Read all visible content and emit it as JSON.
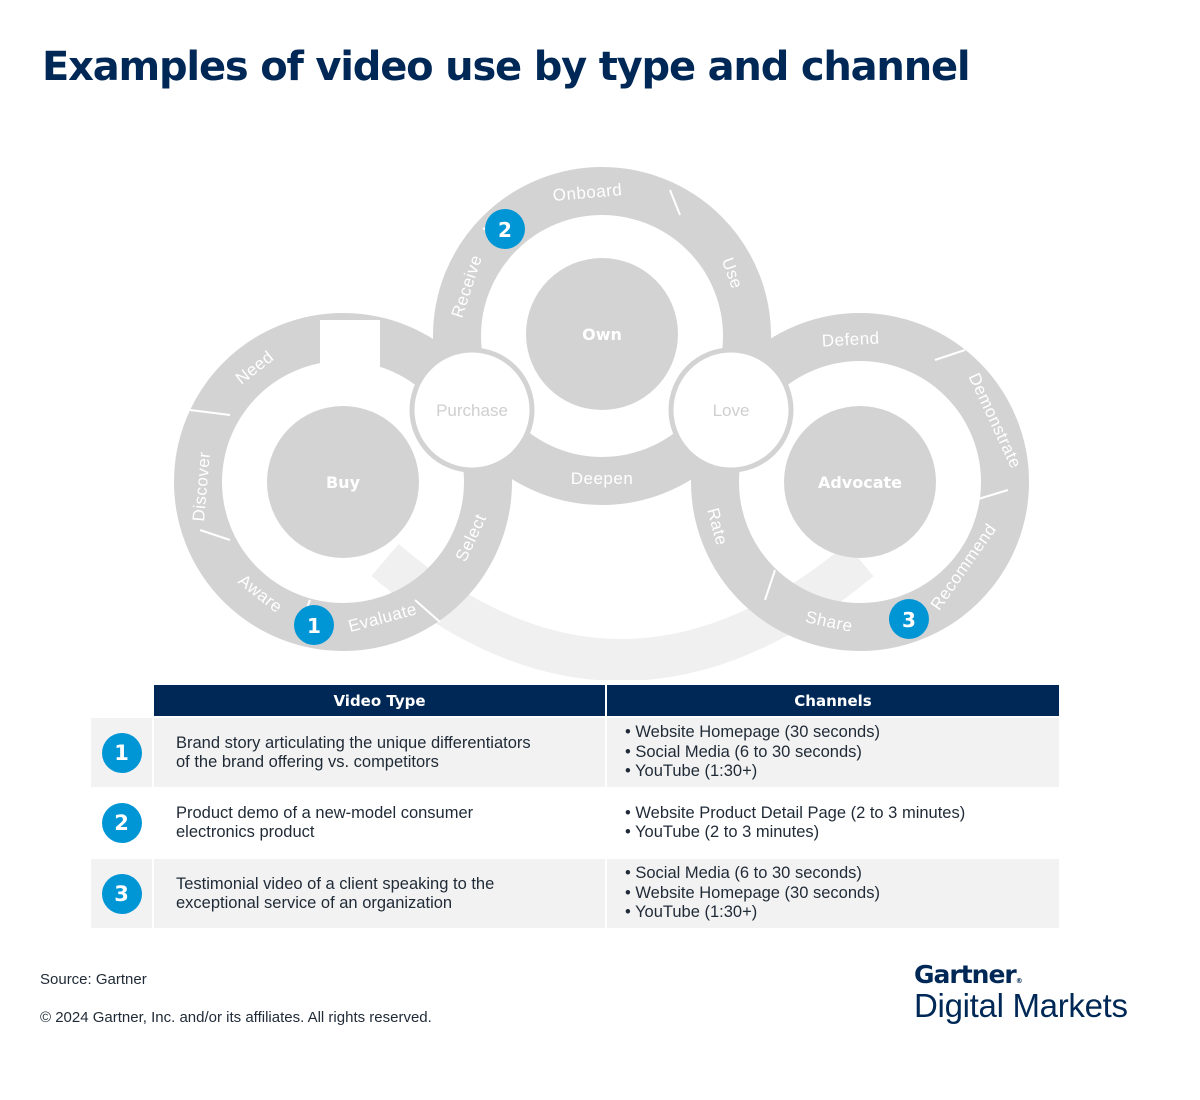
{
  "title": "Examples of video use by type and channel",
  "colors": {
    "title": "#002856",
    "header_bg": "#002856",
    "badge": "#0096d6",
    "ring": "#d3d3d3",
    "row_shade": "#f2f2f2"
  },
  "diagram": {
    "loops": [
      {
        "hub": "Buy",
        "stages": [
          "Need",
          "Discover",
          "Aware",
          "Evaluate",
          "Select"
        ]
      },
      {
        "hub": "Own",
        "stages": [
          "Receive",
          "Onboard",
          "Use",
          "Deepen"
        ]
      },
      {
        "hub": "Advocate",
        "stages": [
          "Defend",
          "Demonstrate",
          "Recommend",
          "Share",
          "Rate"
        ]
      }
    ],
    "connectors": [
      "Purchase",
      "Love"
    ],
    "badges": [
      {
        "number": "1",
        "stage": "Aware/Evaluate"
      },
      {
        "number": "2",
        "stage": "Receive/Onboard"
      },
      {
        "number": "3",
        "stage": "Share/Recommend"
      }
    ]
  },
  "table": {
    "headers": {
      "video_type": "Video Type",
      "channels": "Channels"
    },
    "rows": [
      {
        "number": "1",
        "video_type": "Brand story articulating the unique differentiators of the brand offering vs. competitors",
        "channels": [
          "• Website Homepage (30 seconds)",
          "• Social Media (6 to 30 seconds)",
          "• YouTube (1:30+)"
        ]
      },
      {
        "number": "2",
        "video_type": "Product demo of a new-model consumer electronics product",
        "channels": [
          "• Website Product Detail Page (2 to 3 minutes)",
          "• YouTube (2 to 3 minutes)"
        ]
      },
      {
        "number": "3",
        "video_type": "Testimonial video of a client speaking to the exceptional service of an organization",
        "channels": [
          "• Social Media (6 to 30 seconds)",
          "• Website Homepage (30 seconds)",
          "• YouTube (1:30+)"
        ]
      }
    ]
  },
  "footer": {
    "source": "Source: Gartner",
    "copyright": "© 2024 Gartner, Inc. and/or its affiliates. All rights reserved.",
    "logo_top": "Gartner",
    "logo_reg": "®",
    "logo_bottom": "Digital Markets"
  }
}
